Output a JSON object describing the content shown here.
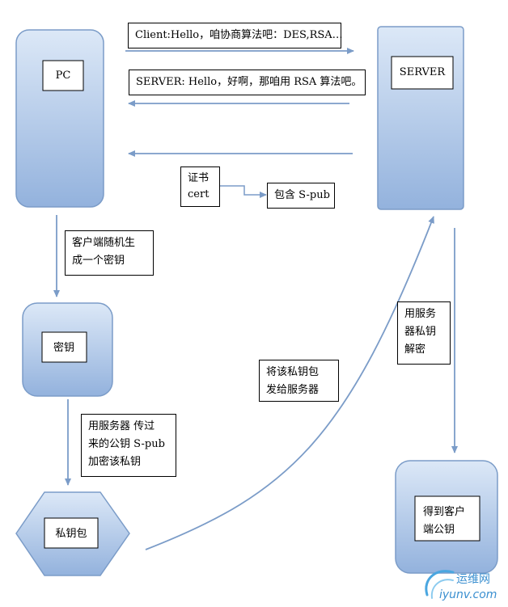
{
  "nodes": {
    "pc": "PC",
    "server": "SERVER",
    "key": "密钥",
    "key_package": "私钥包",
    "client_key_line1": "得到客户",
    "client_key_line2": "端公钥"
  },
  "messages": {
    "client_hello": "Client:Hello，咱协商算法吧：DES,RSA…",
    "server_hello": "SERVER: Hello，好啊，那咱用 RSA 算法吧。",
    "cert_line1": "证书",
    "cert_line2": "cert",
    "contains_spub": "包含 S-pub"
  },
  "notes": {
    "gen_key_line1": "客户端随机生",
    "gen_key_line2": "成一个密钥",
    "encrypt_line1": "用服务器 传过",
    "encrypt_line2": "来的公钥 S-pub",
    "encrypt_line3": "加密该私钥",
    "send_line1": "将该私钥包",
    "send_line2": "发给服务器",
    "decrypt_line1": "用服务",
    "decrypt_line2": "器私钥",
    "decrypt_line3": "解密"
  },
  "watermark": {
    "name": "运维网",
    "domain": "iyunv.com"
  },
  "colors": {
    "shape_light": "#dce8f7",
    "shape_dark": "#93b2dd",
    "shape_border": "#7b9cc8",
    "arrow": "#7b9cc8",
    "box_border": "#000000"
  }
}
